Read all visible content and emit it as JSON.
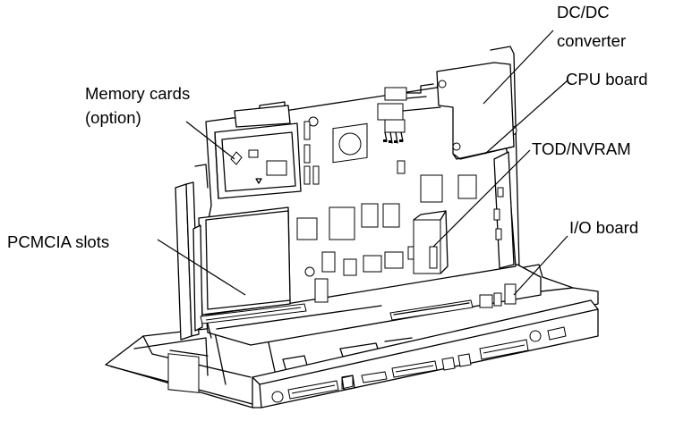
{
  "labels": {
    "dcdc_line1": "DC/DC",
    "dcdc_line2": "converter",
    "cpu_board": "CPU board",
    "memory_line1": "Memory cards",
    "memory_line2": "(option)",
    "tod_nvram": "TOD/NVRAM",
    "pcmcia_slots": "PCMCIA slots",
    "io_board": "I/O board"
  }
}
